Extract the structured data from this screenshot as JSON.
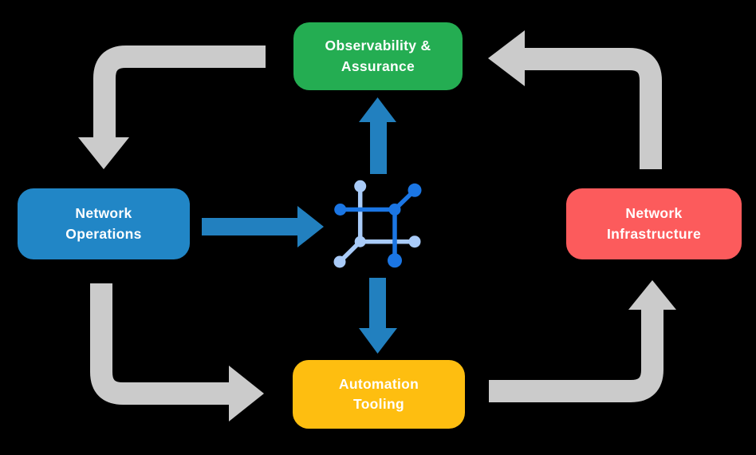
{
  "background": "#000000",
  "nodes": {
    "observability": {
      "label": "Observability &\nAssurance",
      "color": "#24AD52"
    },
    "operations": {
      "label": "Network\nOperations",
      "color": "#2186C6"
    },
    "infrastructure": {
      "label": "Network\nInfrastructure",
      "color": "#FC5B5C"
    },
    "automation": {
      "label": "Automation\nTooling",
      "color": "#FEBE10"
    }
  },
  "center_icon": {
    "name": "network-hub-icon",
    "primary_color": "#1B76E4",
    "secondary_color": "#A9CBF8"
  },
  "flows": {
    "gray_color": "#CBCBCB",
    "gray_cycle": [
      {
        "from": "Observability & Assurance",
        "to": "Network Operations"
      },
      {
        "from": "Network Operations",
        "to": "Automation Tooling"
      },
      {
        "from": "Automation Tooling",
        "to": "Network Infrastructure"
      },
      {
        "from": "Network Infrastructure",
        "to": "Observability & Assurance"
      }
    ],
    "blue_color": "#2280BF",
    "blue_arrows": [
      {
        "from": "Network Operations",
        "to": "network-hub-icon"
      },
      {
        "from": "network-hub-icon",
        "to": "Observability & Assurance"
      },
      {
        "from": "network-hub-icon",
        "to": "Automation Tooling"
      }
    ]
  }
}
